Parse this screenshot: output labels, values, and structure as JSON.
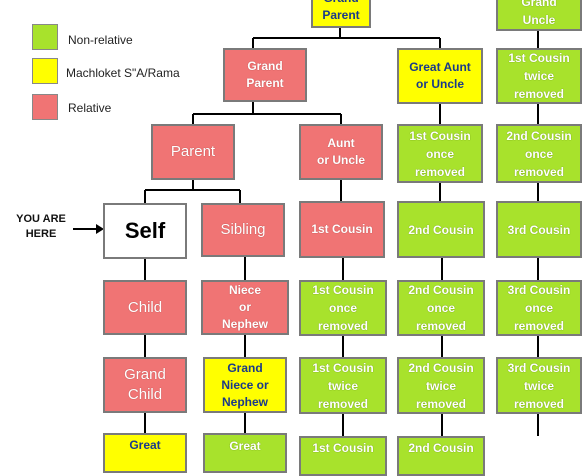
{
  "legend": {
    "non_relative": "Non-relative",
    "machloket": "Machloket S\"A/Rama",
    "relative": "Relative"
  },
  "colors": {
    "relative": "#f07474",
    "non_relative": "#a8e22c",
    "machloket": "#ffff00",
    "self": "#ffffff"
  },
  "marker": "YOU ARE\nHERE",
  "nodes": {
    "grandparent_top": "Grand\nParent",
    "grand_uncle": "Grand\nUncle",
    "grandparent": "Grand\nParent",
    "great_aunt": "Great Aunt\nor Uncle",
    "first_cousin_twice_removed_top": "1st Cousin\ntwice\nremoved",
    "parent": "Parent",
    "aunt_uncle": "Aunt\nor Uncle",
    "first_cousin_once_removed_top": "1st Cousin\nonce\nremoved",
    "second_cousin_once_removed_top": "2nd Cousin\nonce\nremoved",
    "self": "Self",
    "sibling": "Sibling",
    "first_cousin": "1st Cousin",
    "second_cousin": "2nd Cousin",
    "third_cousin": "3rd Cousin",
    "child": "Child",
    "niece_nephew": "Niece\nor\nNephew",
    "first_cousin_once_removed": "1st Cousin\nonce\nremoved",
    "second_cousin_once_removed": "2nd Cousin\nonce\nremoved",
    "third_cousin_once_removed": "3rd Cousin\nonce\nremoved",
    "grandchild": "Grand\nChild",
    "grand_niece_nephew": "Grand\nNiece or\nNephew",
    "first_cousin_twice_removed": "1st Cousin\ntwice\nremoved",
    "second_cousin_twice_removed": "2nd Cousin\ntwice\nremoved",
    "third_cousin_twice_removed": "3rd Cousin\ntwice\nremoved",
    "great_grandchild": "Great",
    "great_grand_niece": "Great",
    "first_cousin_thrice_removed": "1st Cousin",
    "second_cousin_thrice_removed": "2nd Cousin"
  }
}
